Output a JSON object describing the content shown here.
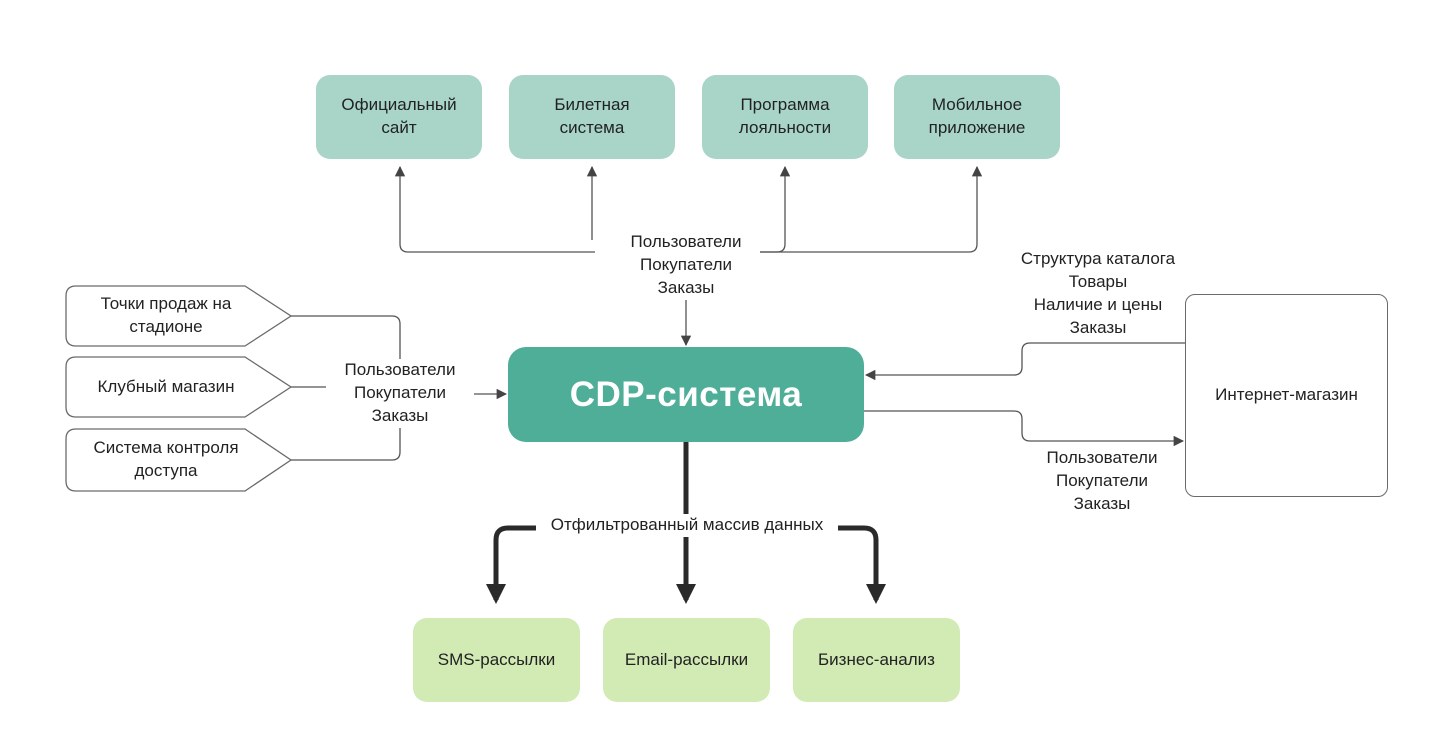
{
  "center": {
    "title": "CDP-система"
  },
  "top_systems": [
    {
      "label": "Официальный\nсайт"
    },
    {
      "label": "Билетная\nсистема"
    },
    {
      "label": "Программа\nлояльности"
    },
    {
      "label": "Мобильное\nприложение"
    }
  ],
  "top_flow_label": [
    "Пользователи",
    "Покупатели",
    "Заказы"
  ],
  "left_sources": [
    {
      "label": "Точки продаж на\nстадионе"
    },
    {
      "label": "Клубный магазин"
    },
    {
      "label": "Система контроля\nдоступа"
    }
  ],
  "left_flow_label": [
    "Пользователи",
    "Покупатели",
    "Заказы"
  ],
  "shop": {
    "label": "Интернет-магазин"
  },
  "shop_in_label": [
    "Структура каталога",
    "Товары",
    "Наличие и цены",
    "Заказы"
  ],
  "shop_out_label": [
    "Пользователи",
    "Покупатели",
    "Заказы"
  ],
  "bottom_flow_label": "Отфильтрованный массив данных",
  "outputs": [
    {
      "label": "SMS-рассылки"
    },
    {
      "label": "Email-рассылки"
    },
    {
      "label": "Бизнес-анализ"
    }
  ],
  "colors": {
    "center": "#4eae98",
    "top_boxes": "#a8d5c8",
    "bottom_boxes": "#d2ebb5",
    "connector": "#555555",
    "thick_connector": "#2a2a2a"
  }
}
